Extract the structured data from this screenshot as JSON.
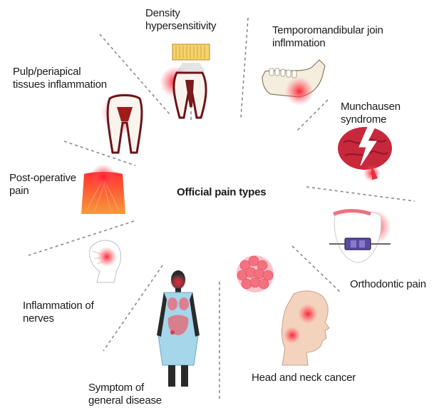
{
  "center_title": "Official pain types",
  "labels": {
    "density": "Density\nhypersensitivity",
    "tmj": "Temporomandibular join\ninflmmation",
    "munchausen": "Munchausen syndrome",
    "orthodontic": "Orthodontic pain",
    "head_neck": "Head and neck cancer",
    "symptom": "Symptom of\ngeneral disease",
    "nerves": "Inflammation of\nnerves",
    "post_op": "Post-operative\npain",
    "pulp": "Pulp/periapical\ntissues inflammation"
  },
  "colors": {
    "pain_red": "#e8102a",
    "tooth_dark": "#6b1418",
    "brain": "#c8283c",
    "gown": "#a6d6ea",
    "skin": "#f3d3bd",
    "dash": "#8a8a8a"
  }
}
